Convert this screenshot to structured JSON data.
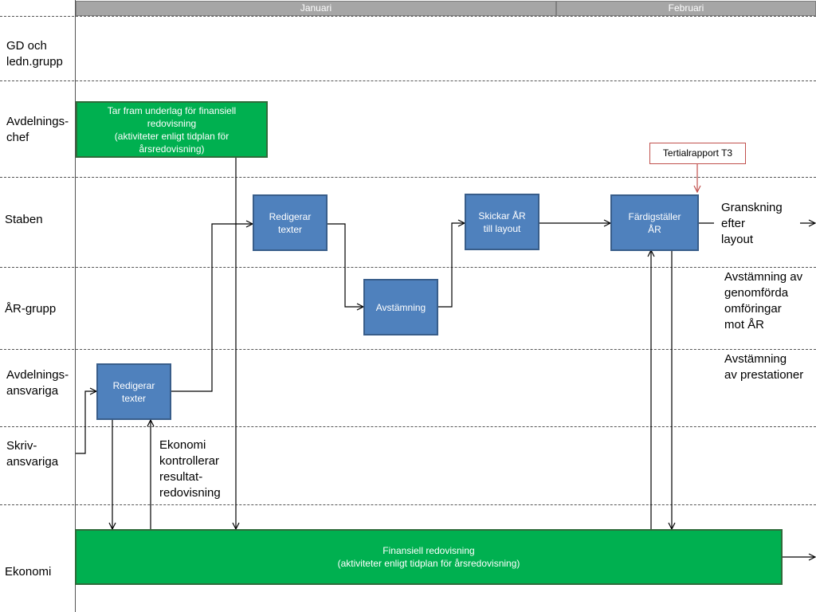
{
  "months": [
    {
      "label": "Januari"
    },
    {
      "label": "Februari"
    }
  ],
  "lanes": [
    {
      "label": "GD och\nledn.grupp"
    },
    {
      "label": "Avdelnings-\nchef"
    },
    {
      "label": "Staben"
    },
    {
      "label": "ÅR-grupp"
    },
    {
      "label": "Avdelnings-\nansvariga"
    },
    {
      "label": "Skriv-\nansvariga"
    },
    {
      "label": "Ekonomi"
    }
  ],
  "boxes": {
    "underlag": "Tar fram underlag  för finansiell\nredovisning\n(aktiviteter enligt tidplan för\nårsredovisning)",
    "redigerar_staben": "Redigerar\ntexter",
    "avstamning": "Avstämning",
    "skickar": "Skickar ÅR\ntill layout",
    "fardigstaller": "Färdigställer\nÅR",
    "redigerar_avd": "Redigerar\ntexter",
    "finansiell": "Finansiell redovisning\n(aktiviteter enligt tidplan för årsredovisning)"
  },
  "callout": "Tertialrapport T3",
  "notes": {
    "granskning": "Granskning\nefter\nlayout",
    "avstamning_omforingar": "Avstämning av\ngenomförda\nomföringar\nmot ÅR",
    "avstamning_prestationer": "Avstämning\nav prestationer",
    "ekonomi_kontrollerar": "Ekonomi\nkontrollerar\nresultat-\nredovisning"
  },
  "colors": {
    "blue_box": "#4f81bd",
    "green_box": "#00b050",
    "callout_border": "#c0504d",
    "month_header": "#a6a6a6"
  }
}
